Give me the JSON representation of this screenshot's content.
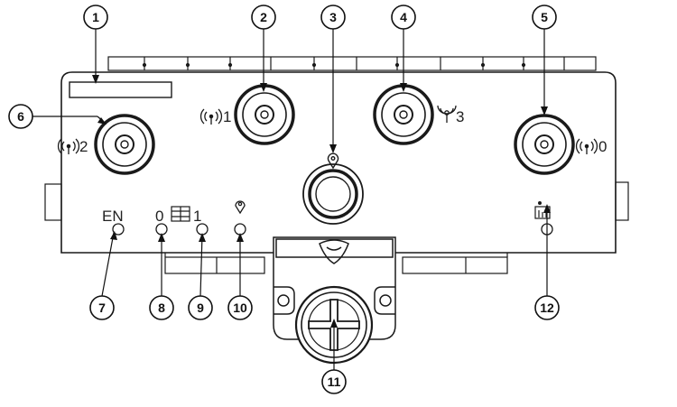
{
  "panel": {
    "antenna_labels": {
      "ant2": "2",
      "ant1": "1",
      "ant3": "3",
      "ant0": "0"
    },
    "led_labels": {
      "en": "EN",
      "sim0": "0",
      "sim1": "1"
    }
  },
  "callouts": [
    {
      "number": "1"
    },
    {
      "number": "2"
    },
    {
      "number": "3"
    },
    {
      "number": "4"
    },
    {
      "number": "5"
    },
    {
      "number": "6"
    },
    {
      "number": "7"
    },
    {
      "number": "8"
    },
    {
      "number": "9"
    },
    {
      "number": "10"
    },
    {
      "number": "11"
    },
    {
      "number": "12"
    }
  ],
  "colors": {
    "line": "#1a1a1a",
    "background": "#ffffff"
  },
  "icons": {
    "antenna": "wifi-antenna-icon",
    "gps": "gps-pin-icon",
    "sim": "sim-card-icon",
    "status": "status-icon"
  }
}
